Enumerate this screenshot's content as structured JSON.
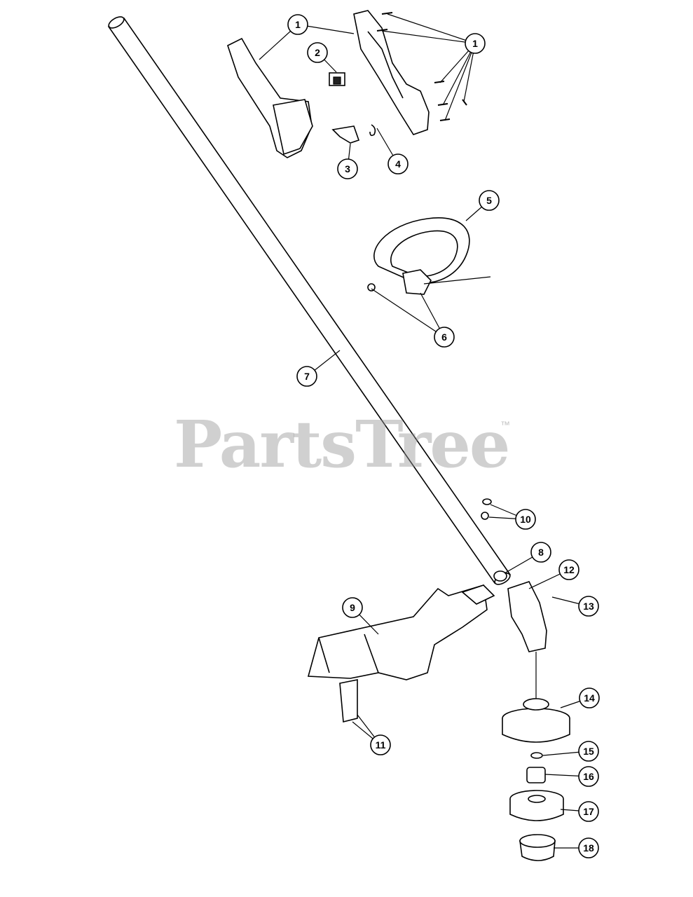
{
  "diagram": {
    "type": "exploded parts diagram",
    "watermark": "PartsTree",
    "watermark_mark": "™",
    "callouts": [
      "1",
      "1",
      "2",
      "3",
      "4",
      "5",
      "6",
      "7",
      "8",
      "9",
      "10",
      "11",
      "12",
      "13",
      "14",
      "15",
      "16",
      "17",
      "18"
    ]
  }
}
